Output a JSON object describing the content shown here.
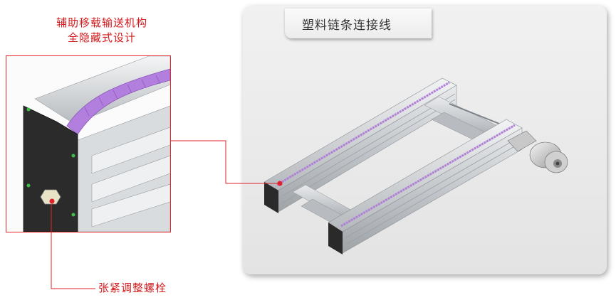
{
  "callouts": {
    "top_line1": "辅助移载输送机构",
    "top_line2": "全隐藏式设计",
    "bottom": "张紧调整螺栓"
  },
  "panel": {
    "title": "塑料链条连接线"
  },
  "colors": {
    "callout_red": "#d3191c",
    "chain_purple": "#b07fd8",
    "aluminum": "#c9cdd1",
    "end_cap": "#2a2a2a"
  }
}
